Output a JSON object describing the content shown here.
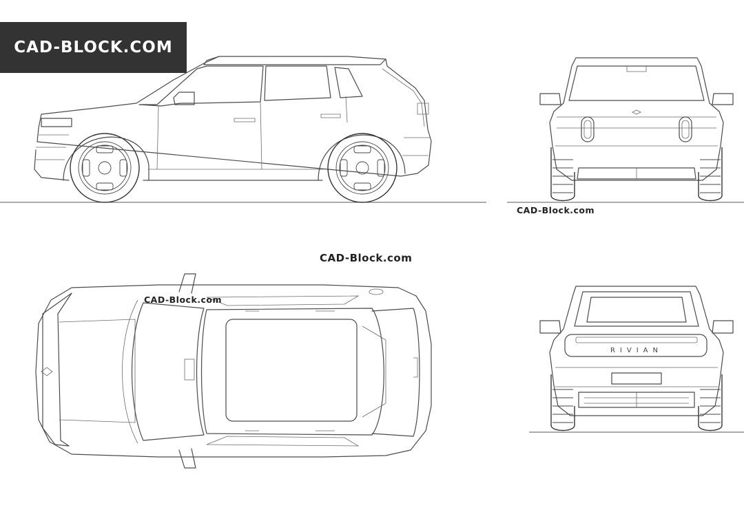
{
  "watermark": {
    "badge": "CAD-BLOCK.COM",
    "front_view": "CAD-Block.com",
    "middle": "CAD-Block.com",
    "top_view": "CAD-Block.com"
  },
  "vehicle": {
    "rear_logo": "RIVIAN"
  },
  "colors": {
    "badge_bg": "#333333",
    "badge_text": "#ffffff",
    "line": "#4a4a4a",
    "background": "#ffffff"
  }
}
